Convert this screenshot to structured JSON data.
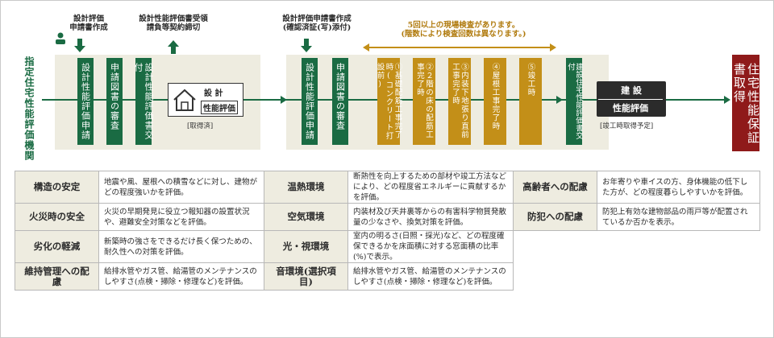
{
  "flow": {
    "org_label": "指定住宅性能評価機関",
    "person_icon": "person-icon",
    "note_apply1": "設計評価\n申請書作成",
    "note_receive": "設計性能評価書受領\n請負等契約締切",
    "note_apply2": "設計評価申請書作成\n(確認済証(写)添付)",
    "inspection_note": "5回以上の現場検査があります。\n(階数により検査回数は異なります。)",
    "steps_design": [
      "設計性能評価申請",
      "申請図書の審査",
      "設計性能評価書交付"
    ],
    "steps_build": [
      "設計性能評価申請",
      "申請図書の審査"
    ],
    "inspections": [
      "①基礎配筋工事完了時(コンクリート打設前)",
      "②２階の床の配筋工事完了時",
      "③内装下地張り直前工事完了時",
      "④屋根工事完了時",
      "⑤竣工時"
    ],
    "step_build_issue": "建設住宅性能評価書交付",
    "final": "住宅性能保証書取得",
    "mark1": {
      "line1": "設 計",
      "line2": "性能評価",
      "caption": "[取得済]"
    },
    "mark2": {
      "line1": "建 設",
      "line2": "性能評価",
      "caption": "[竣工時取得予定]"
    },
    "colors": {
      "green": "#1a6b43",
      "gold": "#c38f18",
      "red": "#8f1a1a",
      "band": "#eeece0"
    }
  },
  "items": [
    {
      "title": "構造の安定",
      "desc": "地震や風、屋根への積雪などに対し、建物がどの程度強いかを評価。"
    },
    {
      "title": "温熱環境",
      "desc": "断熱性を向上するための部材や竣工方法などにより、どの程度省エネルギーに貢献するかを評価。"
    },
    {
      "title": "高齢者への配慮",
      "desc": "お年寄りや車イスの方、身体機能の低下した方が、どの程度暮らしやすいかを評価。"
    },
    {
      "title": "火災時の安全",
      "desc": "火災の早期発見に役立つ報知器の設置状況や、避難安全対策などを評価。"
    },
    {
      "title": "空気環境",
      "desc": "内装材及び天井裏等からの有害科学物質発散量の少なさや、換気対策を評価。"
    },
    {
      "title": "防犯への配慮",
      "desc": "防犯上有効な建物部品の雨戸等が配置されているか否かを表示。"
    },
    {
      "title": "劣化の軽減",
      "desc": "新築時の強さをできるだけ長く保つための、耐久性への対策を評価。"
    },
    {
      "title": "光・視環境",
      "desc": "室内の明るさ(日照・採光)など、どの程度確保できるかを床面積に対する窓面積の比率(%)で表示。"
    },
    {
      "title": "",
      "desc": ""
    },
    {
      "title": "維持管理への配慮",
      "desc": "給排水管やガス管、給湯管のメンテナンスのしやすさ(点検・掃除・修理など)を評価。"
    },
    {
      "title": "音環境(選択項目)",
      "desc": "給排水管やガス管、給湯管のメンテナンスのしやすさ(点検・掃除・修理など)を評価。"
    },
    {
      "title": "",
      "desc": ""
    }
  ]
}
